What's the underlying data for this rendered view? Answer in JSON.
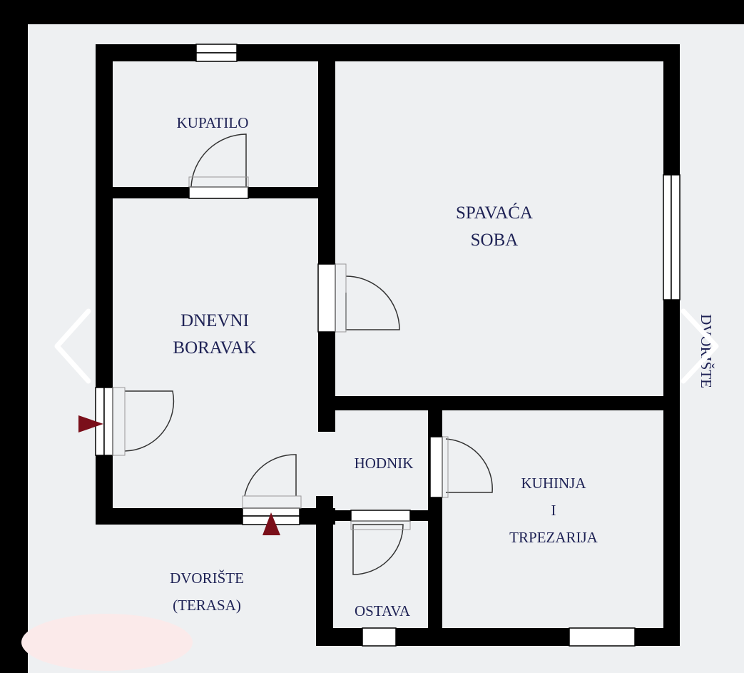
{
  "rooms": {
    "kupatilo": "KUPATILO",
    "spavaca_1": "SPAVAĆA",
    "spavaca_2": "SOBA",
    "dnevni_1": "DNEVNI",
    "dnevni_2": "BORAVAK",
    "hodnik": "HODNIK",
    "kuhinja_1": "KUHINJA",
    "kuhinja_2": "I",
    "kuhinja_3": "TRPEZARIJA",
    "ostava": "OSTAVA",
    "dvoriste_terasa_1": "DVORIŠTE",
    "dvoriste_terasa_2": "(TERASA)",
    "dvoriste_side": "DVORIŠTE"
  },
  "colors": {
    "label": "#1e2255",
    "entrance_marker": "#7a0f1a",
    "background": "#eef0f2"
  },
  "navigation": {
    "prev_icon": "chevron-left-icon",
    "next_icon": "chevron-right-icon"
  }
}
